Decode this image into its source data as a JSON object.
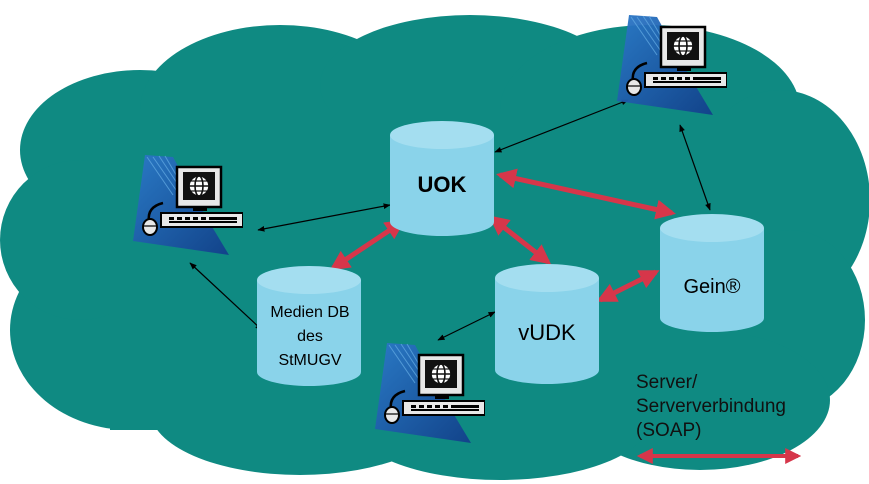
{
  "databases": {
    "uok": {
      "label": "UOK"
    },
    "gein": {
      "label": "Gein®"
    },
    "vudk": {
      "label": "vUDK"
    },
    "medien": {
      "lines": [
        "Medien DB",
        "des",
        "StMUGV"
      ]
    }
  },
  "legend": {
    "lines": [
      "Server/",
      "Serververbindung",
      "(SOAP)"
    ]
  },
  "colors": {
    "cloud": "#0f8a82",
    "cylinder": "#8ad3ea",
    "server_link": "#d6364a",
    "client_link": "#000000",
    "workstation_shadow": "#1a5fa8"
  },
  "icons": {
    "workstation": "computer-workstation-icon",
    "globe": "globe-icon",
    "mouse": "mouse-icon"
  }
}
